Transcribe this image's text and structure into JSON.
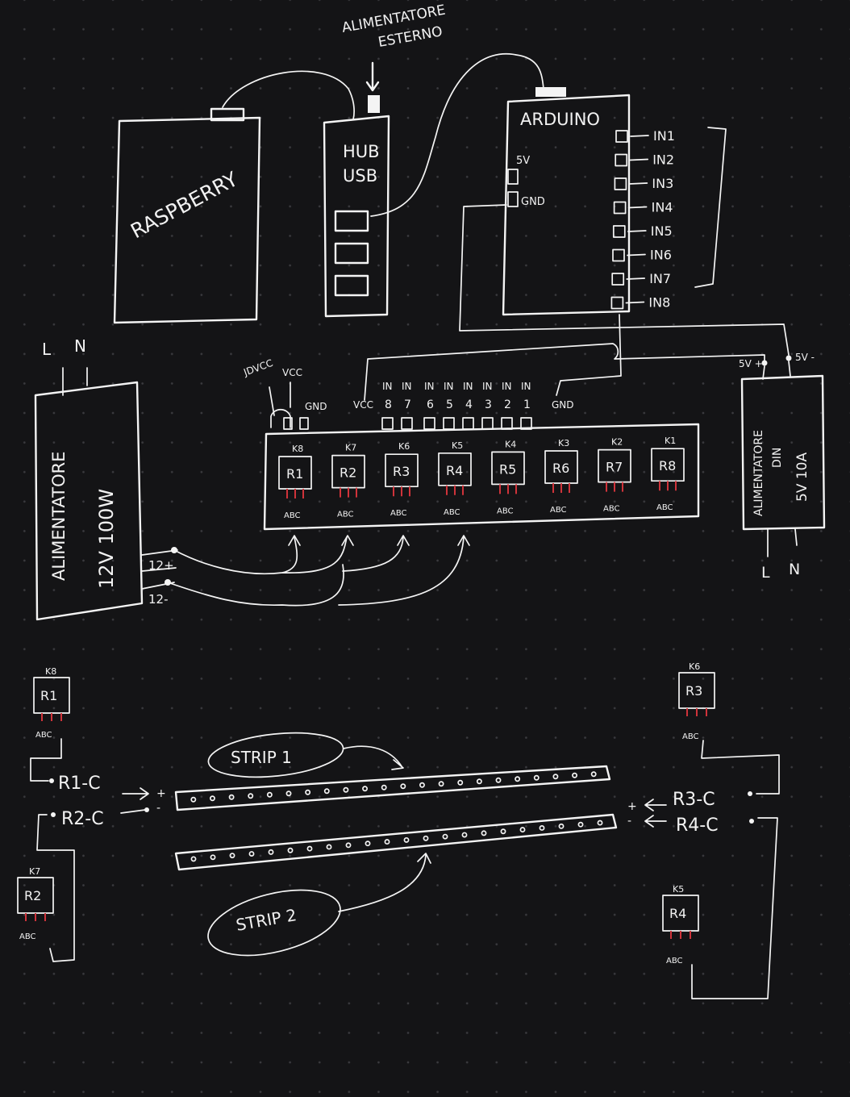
{
  "top": {
    "external_power": [
      "ALIMENTATORE",
      "ESTERNO"
    ],
    "raspberry": "RASPBERRY",
    "hub": [
      "HUB",
      "USB"
    ],
    "arduino": {
      "title": "ARDUINO",
      "pin_5v": "5V",
      "pin_gnd": "GND",
      "inputs": [
        "IN1",
        "IN2",
        "IN3",
        "IN4",
        "IN5",
        "IN6",
        "IN7",
        "IN8"
      ]
    }
  },
  "psu_12v": {
    "mains_l": "L",
    "mains_n": "N",
    "title": "ALIMENTATORE",
    "rating": "12V 100W",
    "plus": "12+",
    "minus": "12-"
  },
  "relay_board": {
    "jd_vcc": "JDVCC",
    "vcc": "VCC",
    "gnd_left": "GND",
    "pins": [
      "VCC",
      "IN",
      "IN",
      "IN",
      "IN",
      "IN",
      "IN",
      "IN",
      "IN",
      "GND"
    ],
    "pin_numbers": [
      "8",
      "7",
      "6",
      "5",
      "4",
      "3",
      "2",
      "1"
    ],
    "channels": [
      {
        "k": "K8",
        "r": "R1"
      },
      {
        "k": "K7",
        "r": "R2"
      },
      {
        "k": "K6",
        "r": "R3"
      },
      {
        "k": "K5",
        "r": "R4"
      },
      {
        "k": "K4",
        "r": "R5"
      },
      {
        "k": "K3",
        "r": "R6"
      },
      {
        "k": "K2",
        "r": "R7"
      },
      {
        "k": "K1",
        "r": "R8"
      }
    ],
    "terminals": "ABC"
  },
  "psu_5v": {
    "title": "ALIMENTATORE",
    "subtitle": "DIN",
    "rating": "5V 10A",
    "plus_label": "5V +",
    "minus_label": "5V -",
    "mains_l": "L",
    "mains_n": "N"
  },
  "bottom": {
    "relays": [
      {
        "k": "K8",
        "r": "R1"
      },
      {
        "k": "K7",
        "r": "R2"
      },
      {
        "k": "K6",
        "r": "R3"
      },
      {
        "k": "K5",
        "r": "R4"
      }
    ],
    "terminals": "ABC",
    "wires": {
      "r1c": "R1-C",
      "r2c": "R2-C",
      "r3c": "R3-C",
      "r4c": "R4-C"
    },
    "strip1": "STRIP 1",
    "strip2": "STRIP 2",
    "plus": "+",
    "minus": "-"
  },
  "colors": {
    "background": "#141416",
    "ink": "#f4f4f4",
    "led_red": "#d0333a"
  }
}
